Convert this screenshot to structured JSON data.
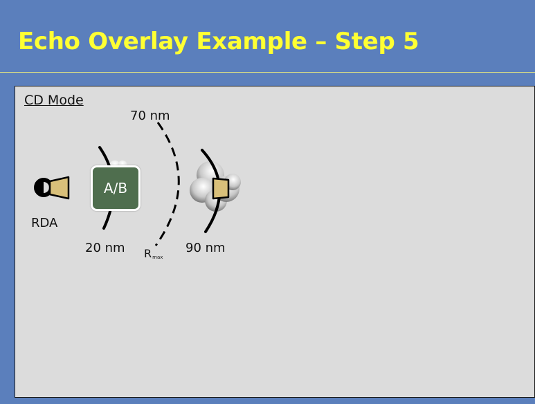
{
  "header": {
    "title": "Echo Overlay Example – Step 5",
    "title_color": "#ffff33",
    "background_color": "#5b7fbc"
  },
  "diagram": {
    "mode_label": "CD Mode",
    "radar_label": "RDA",
    "target_label": "A/B",
    "range_inner": "20 nm",
    "range_max": "70 nm",
    "range_outer": "90 nm",
    "rmax_label": "R",
    "rmax_sub": "max",
    "panel_color": "#dcdcdc",
    "target_color": "#4f6e4e",
    "echo_tile_color": "#d9c07a"
  }
}
